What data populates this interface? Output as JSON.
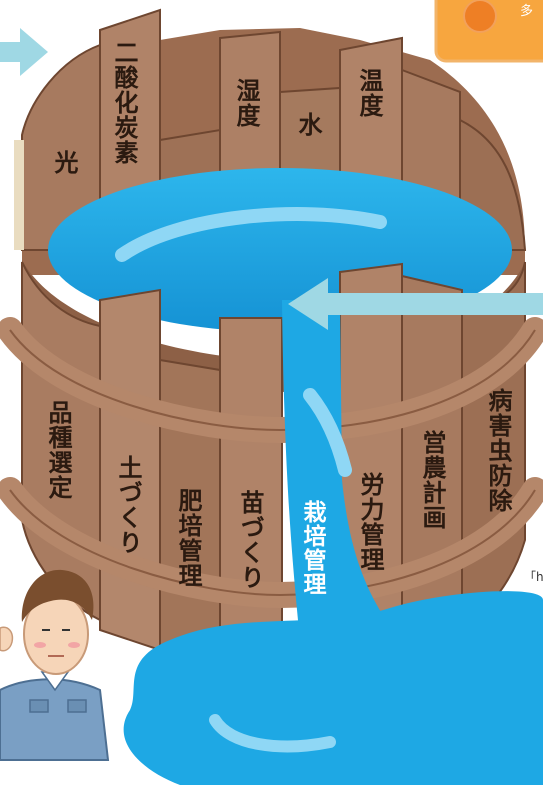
{
  "colors": {
    "wood_base": "#a6765a",
    "wood_light": "#c39a7c",
    "wood_dark": "#7c5238",
    "hoop": "#b5876a",
    "water": "#1ea8e4",
    "water_light": "#8fd7f5",
    "arrow": "#9fd8e4",
    "legend_box": "#f5a43b",
    "legend_dot": "#ee7f25"
  },
  "barrel": {
    "staves": [
      {
        "id": "hikari",
        "label": "光"
      },
      {
        "id": "nisankatanso",
        "label": "二酸化炭素"
      },
      {
        "id": "shitsudo",
        "label": "湿度"
      },
      {
        "id": "mizu",
        "label": "水"
      },
      {
        "id": "ondo",
        "label": "温度"
      },
      {
        "id": "hinshu",
        "label": "品種選定"
      },
      {
        "id": "tsuchi",
        "label": "土づくり"
      },
      {
        "id": "hibai",
        "label": "肥培管理"
      },
      {
        "id": "nae",
        "label": "苗づくり"
      },
      {
        "id": "saibai",
        "label": "栽培管理"
      },
      {
        "id": "rouryoku",
        "label": "労力管理"
      },
      {
        "id": "einou",
        "label": "営農計画"
      },
      {
        "id": "byougaichu",
        "label": "病害虫防除"
      }
    ]
  },
  "corner_note": {
    "text": "多"
  },
  "side_note": {
    "text": "「h"
  },
  "icons": {
    "arrow_left": "arrow-right-icon",
    "arrow_middle": "arrow-left-icon",
    "farmer": "farmer-icon",
    "legend_dot": "orange-dot-icon"
  }
}
